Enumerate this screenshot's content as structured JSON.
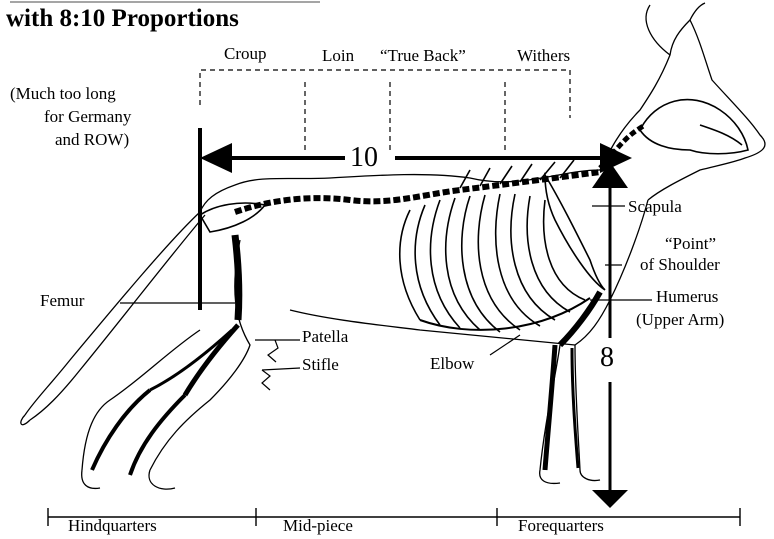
{
  "title": "with 8:10 Proportions",
  "labels": {
    "croup": "Croup",
    "loin": "Loin",
    "true_back": "“True Back”",
    "withers": "Withers",
    "note_line1": "(Much too long",
    "note_line2": "for Germany",
    "note_line3": "and ROW)",
    "ten": "10",
    "eight": "8",
    "scapula": "Scapula",
    "point_line1": "“Point”",
    "point_line2": "of Shoulder",
    "femur": "Femur",
    "humerus_line1": "Humerus",
    "humerus_line2": "(Upper Arm)",
    "patella": "Patella",
    "stifle": "Stifle",
    "elbow": "Elbow",
    "hindquarters": "Hindquarters",
    "midpiece": "Mid-piece",
    "forequarters": "Forequarters"
  },
  "colors": {
    "ink": "#000000",
    "paper": "#ffffff"
  }
}
